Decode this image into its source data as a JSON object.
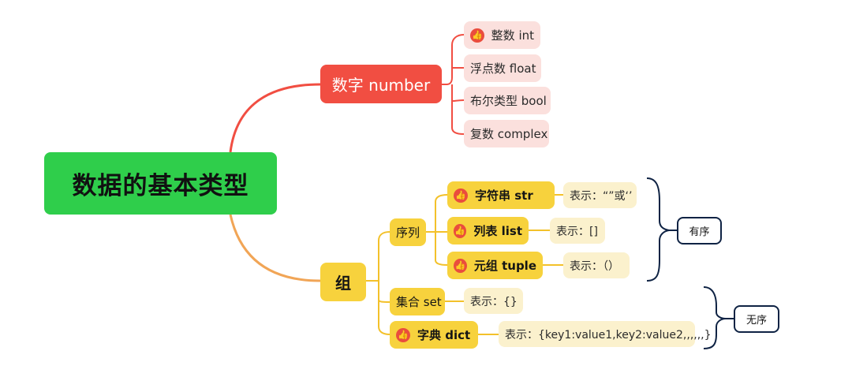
{
  "colors": {
    "root": "#2fce4b",
    "number_branch": "#f14e42",
    "number_child": "#fbe0dd",
    "group_branch": "#f7d23d",
    "value_node": "#fbf1cd",
    "bracket": "#0f2344",
    "icon": "#ea4d3d"
  },
  "root": {
    "label": "数据的基本类型"
  },
  "number": {
    "label": "数字 number",
    "items": [
      {
        "label": "整数 int",
        "icon": "thumbs-up-icon"
      },
      {
        "label": "浮点数 float"
      },
      {
        "label": "布尔类型 bool"
      },
      {
        "label": "复数 complex"
      }
    ]
  },
  "group": {
    "label": "组",
    "sequence": {
      "label": "序列",
      "items": [
        {
          "label": "字符串 str",
          "icon": "thumbs-up-icon",
          "value": "表示：“”或‘’"
        },
        {
          "label": "列表 list",
          "icon": "thumbs-up-icon",
          "value": "表示：[]"
        },
        {
          "label": "元组 tuple",
          "icon": "thumbs-up-icon",
          "value": "表示：（）"
        }
      ],
      "tag": "有序"
    },
    "set": {
      "label": "集合 set",
      "value": "表示：{}"
    },
    "dict": {
      "label": "字典 dict",
      "icon": "thumbs-up-icon",
      "value": "表示：{key1:value1,key2:value2,,,,,,}"
    },
    "unordered_tag": "无序"
  }
}
